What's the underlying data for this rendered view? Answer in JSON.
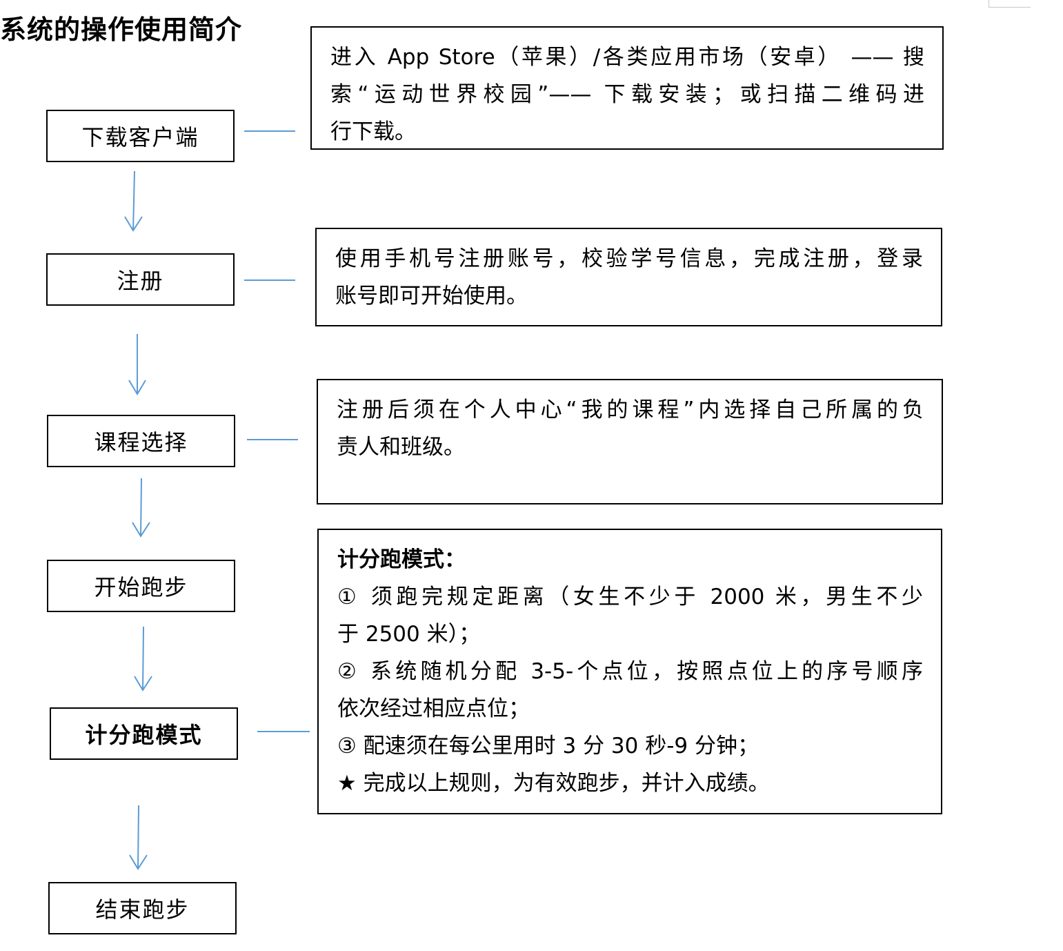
{
  "title": "系统的操作使用简介",
  "colors": {
    "connector": "#5b9bd5",
    "border": "#000000"
  },
  "steps": [
    {
      "label": "下载客户端"
    },
    {
      "label": "注册"
    },
    {
      "label": "课程选择"
    },
    {
      "label": "开始跑步"
    },
    {
      "label": "计分跑模式"
    },
    {
      "label": "结束跑步"
    }
  ],
  "descriptions": {
    "download": {
      "lines": [
        "进入 App Store（苹果）/各类应用市场（安卓） —— 搜",
        "索“运动世界校园”—— 下载安装；或扫描二维码进",
        "行下载。"
      ]
    },
    "register": {
      "lines": [
        "使用手机号注册账号，校验学号信息，完成注册，登录",
        "账号即可开始使用。"
      ]
    },
    "course": {
      "lines": [
        "注册后须在个人中心“我的课程”内选择自己所属的负",
        "责人和班级。"
      ]
    },
    "scoring": {
      "heading": "计分跑模式：",
      "lines": [
        "① 须跑完规定距离（女生不少于 2000 米，男生不少",
        "于 2500 米）；",
        "② 系统随机分配 3-5-个点位，按照点位上的序号顺序",
        "依次经过相应点位；",
        "③ 配速须在每公里用时 3 分 30 秒-9 分钟；",
        "★ 完成以上规则，为有效跑步，并计入成绩。"
      ]
    }
  }
}
